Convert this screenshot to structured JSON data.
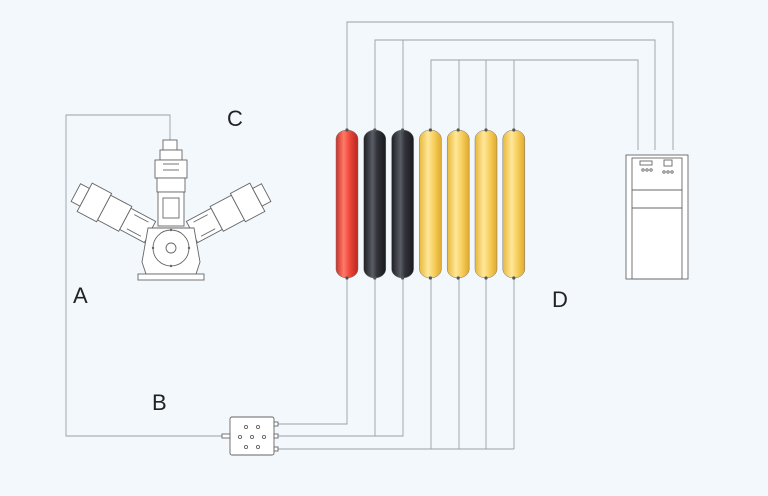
{
  "labels": {
    "a": "A",
    "b": "B",
    "c": "C",
    "d": "D"
  },
  "colors": {
    "background": "#f3f8fc",
    "line": "#9aa0a6",
    "red_cylinder": "#ef4a3c",
    "dark_cylinder": "#2e2f36",
    "yellow_cylinder": "#f7d060"
  },
  "cylinders": [
    {
      "color": "red"
    },
    {
      "color": "dark"
    },
    {
      "color": "dark"
    },
    {
      "color": "yellow"
    },
    {
      "color": "yellow"
    },
    {
      "color": "yellow"
    },
    {
      "color": "yellow"
    }
  ]
}
